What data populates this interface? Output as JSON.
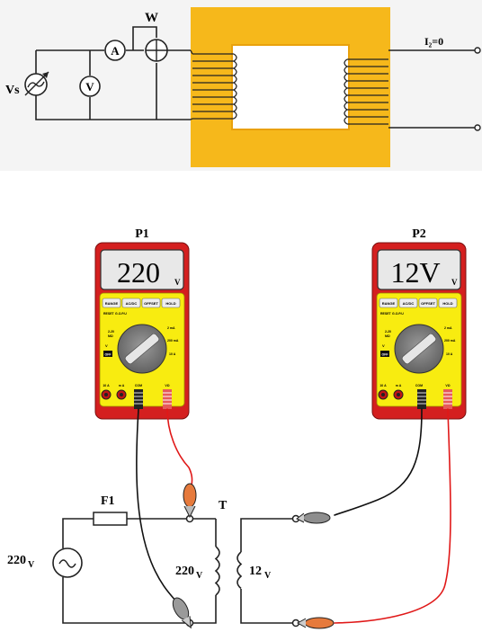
{
  "transformer_diagram": {
    "source_label": "Vs",
    "ammeter_symbol": "A",
    "voltmeter_symbol": "V",
    "wattmeter_label": "W",
    "secondary_current_label": "I₂=0"
  },
  "meters": [
    {
      "label": "P1",
      "display_value": "220",
      "display_unit": "V",
      "buttons": [
        "RANGE",
        "AC/DC",
        "OFFSET",
        "HOLD"
      ],
      "sub_buttons": [
        "RESET",
        "G.O.P.U"
      ],
      "dial_left": [
        "2-20",
        "MΩ",
        "V",
        "OFF"
      ],
      "dial_right": [
        "2 mA",
        "200 mA",
        "10 A"
      ],
      "jacks": [
        "10 A",
        "m A",
        "COM",
        "VΩ"
      ]
    },
    {
      "label": "P2",
      "display_value": "12V",
      "display_unit": "V",
      "buttons": [
        "RANGE",
        "AC/DC",
        "OFFSET",
        "HOLD"
      ],
      "sub_buttons": [
        "RESET",
        "G.O.P.U"
      ],
      "dial_left": [
        "2-20",
        "MΩ",
        "V",
        "OFF"
      ],
      "dial_right": [
        "2 mA",
        "200 mA",
        "10 A"
      ],
      "jacks": [
        "10 A",
        "m A",
        "COM",
        "VΩ"
      ]
    }
  ],
  "circuit": {
    "fuse_label": "F1",
    "transformer_label": "T",
    "source_value": "220",
    "source_unit": "V",
    "primary_value": "220",
    "primary_unit": "V",
    "secondary_value": "12",
    "secondary_unit": "V"
  },
  "colors": {
    "core": "#f6b81b",
    "core_inner_edge": "#e9a10c",
    "meter_yellow": "#f8ec10",
    "meter_red": "#d41f1f",
    "lead_red": "#e01818",
    "lead_black": "#111111"
  }
}
